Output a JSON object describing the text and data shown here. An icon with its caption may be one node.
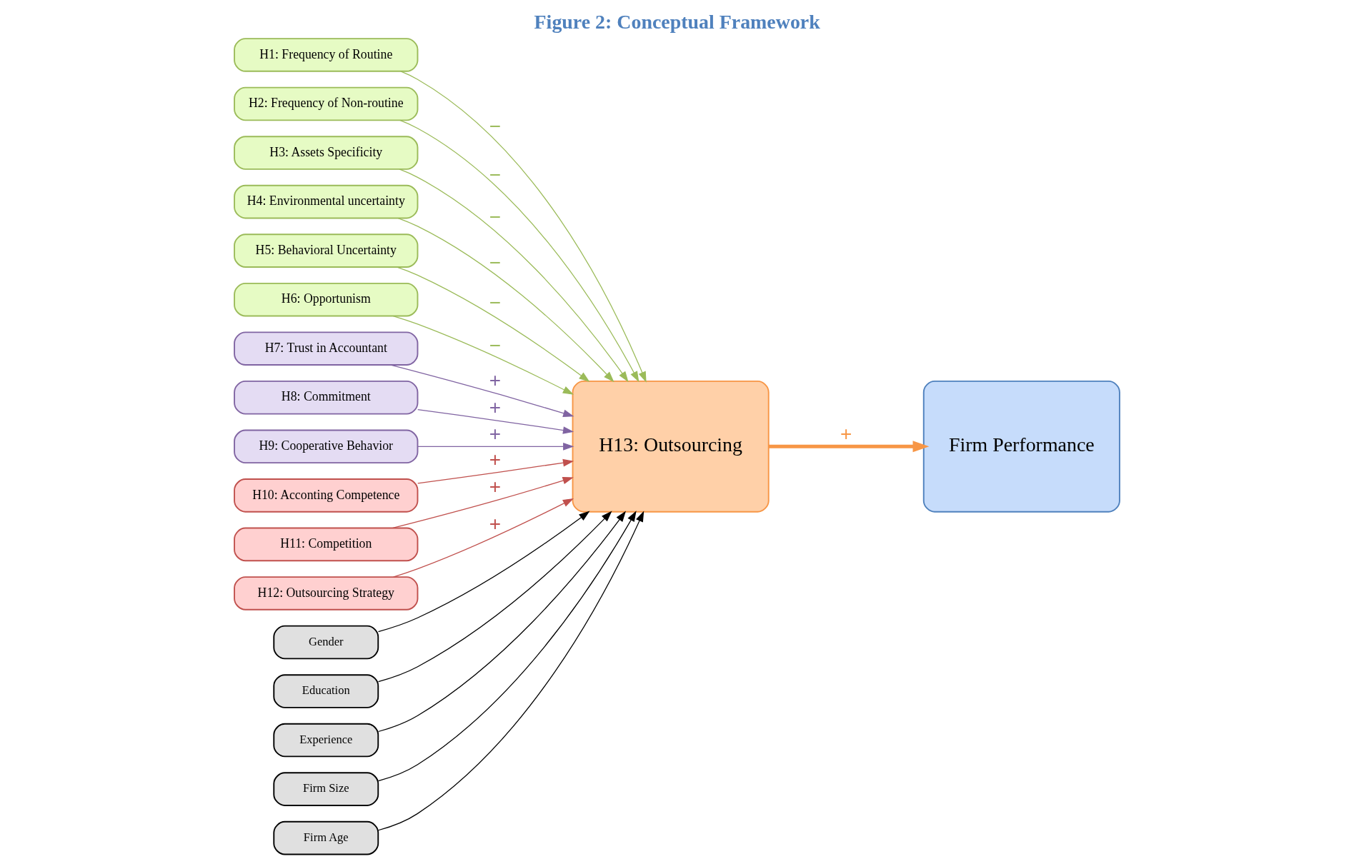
{
  "diagram": {
    "title": "Figure 2: Conceptual Framework",
    "nodes": [
      {
        "text": [
          "H1: Frequency of Routine"
        ]
      },
      {
        "text": [
          "H2: Frequency of Non-routine"
        ]
      },
      {
        "text": [
          "H3: Assets Specificity"
        ]
      },
      {
        "text": [
          "H4: Environmental uncertainty"
        ]
      },
      {
        "text": [
          "H5: Behavioral Uncertainty"
        ]
      },
      {
        "text": [
          "H6: Opportunism"
        ]
      },
      {
        "text": [
          "H7: Trust in Accountant"
        ]
      },
      {
        "text": [
          "H8: Commitment"
        ]
      },
      {
        "text": [
          "H9: Cooperative Behavior"
        ]
      },
      {
        "text": [
          "H10: Acconting Competence"
        ]
      },
      {
        "text": [
          "H11: Competition"
        ]
      },
      {
        "text": [
          "H12: Outsourcing Strategy"
        ]
      },
      {
        "text": [
          "H13: Outsourcing"
        ]
      },
      {
        "text": [
          "Firm Performance"
        ]
      },
      {
        "text": [
          "Gender"
        ]
      },
      {
        "text": [
          "Education"
        ]
      },
      {
        "text": [
          "Experience"
        ]
      },
      {
        "text": [
          "Firm Size"
        ]
      },
      {
        "text": [
          "Firm Age"
        ]
      }
    ],
    "edges": [
      {
        "from": 0,
        "to": 12,
        "arrow": "to",
        "label": "−",
        "color": "#9bbb59"
      },
      {
        "from": 1,
        "to": 12,
        "arrow": "to",
        "label": "−",
        "color": "#9bbb59"
      },
      {
        "from": 2,
        "to": 12,
        "arrow": "to",
        "label": "−",
        "color": "#9bbb59"
      },
      {
        "from": 3,
        "to": 12,
        "arrow": "to",
        "label": "−",
        "color": "#9bbb59"
      },
      {
        "from": 4,
        "to": 12,
        "arrow": "to",
        "label": "−",
        "color": "#9bbb59"
      },
      {
        "from": 5,
        "to": 12,
        "arrow": "to",
        "label": "−",
        "color": "#9bbb59"
      },
      {
        "from": 6,
        "to": 12,
        "arrow": "to",
        "label": "+",
        "color": "#8064a2"
      },
      {
        "from": 7,
        "to": 12,
        "arrow": "to",
        "label": "+",
        "color": "#8064a2"
      },
      {
        "from": 8,
        "to": 12,
        "arrow": "to",
        "label": "+",
        "color": "#8064a2"
      },
      {
        "from": 9,
        "to": 12,
        "arrow": "to",
        "label": "+",
        "color": "#c0504d"
      },
      {
        "from": 10,
        "to": 12,
        "arrow": "to",
        "label": "+",
        "color": "#c0504d"
      },
      {
        "from": 11,
        "to": 12,
        "arrow": "to",
        "label": "+",
        "color": "#c0504d"
      },
      {
        "from": 12,
        "to": 13,
        "arrow": "to",
        "label": "+",
        "style": "thick",
        "color": "#f79646"
      },
      {
        "from": 14,
        "to": 12,
        "arrow": "to",
        "color": "#000000"
      },
      {
        "from": 15,
        "to": 12,
        "arrow": "to",
        "color": "#000000"
      },
      {
        "from": 16,
        "to": 12,
        "arrow": "to",
        "color": "#000000"
      },
      {
        "from": 17,
        "to": 12,
        "arrow": "to",
        "color": "#000000"
      },
      {
        "from": 18,
        "to": 12,
        "arrow": "to",
        "color": "#000000"
      }
    ]
  }
}
